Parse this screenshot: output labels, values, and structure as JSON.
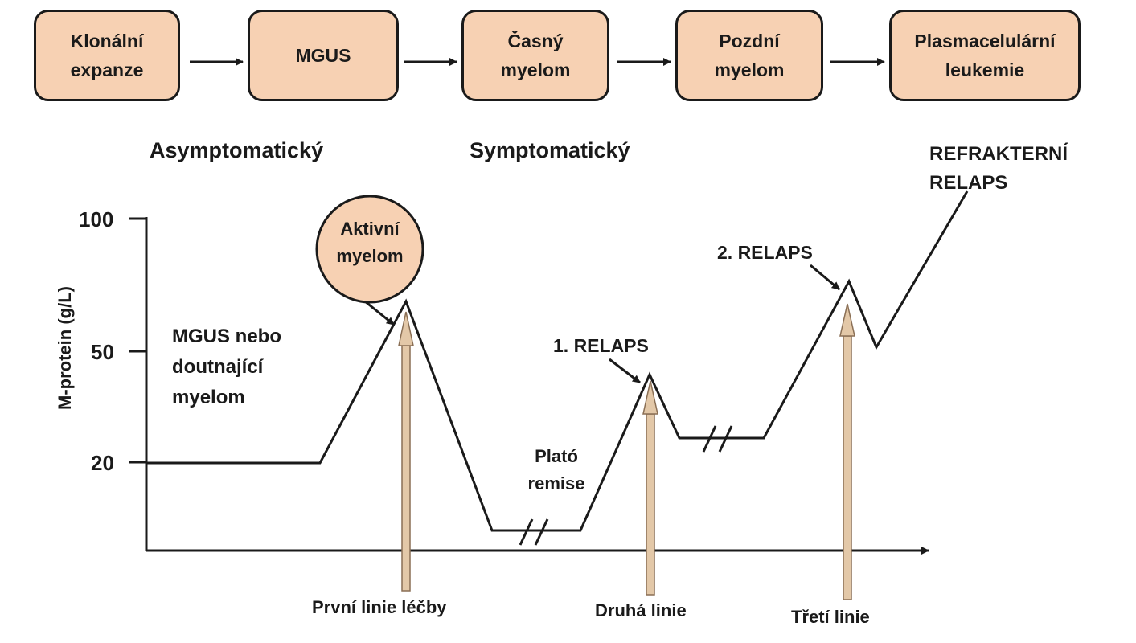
{
  "stages": [
    {
      "label": "Klonální\nexpanze"
    },
    {
      "label": "MGUS"
    },
    {
      "label": "Časný\nmyelom"
    },
    {
      "label": "Pozdní\nmyelom"
    },
    {
      "label": "Plasmacelulární\nleukemie"
    }
  ],
  "phases": {
    "asymptomatic": "Asymptomatický",
    "symptomatic": "Symptomatický",
    "refractory": "REFRAKTERNÍ\nRELAPS"
  },
  "axis": {
    "ylabel": "M-protein (g/L)",
    "ticks": [
      "100",
      "50",
      "20"
    ]
  },
  "annotations": {
    "mgus_smouldering": "MGUS nebo\ndoutnající\nmyelom",
    "active_myeloma": "Aktivní\nmyelom",
    "plateau": "Plató\nremise",
    "relapse1": "1. RELAPS",
    "relapse2": "2. RELAPS"
  },
  "treatments": [
    {
      "label": "První linie léčby"
    },
    {
      "label": "Druhá linie"
    },
    {
      "label": "Třetí linie"
    }
  ],
  "colors": {
    "box_fill": "#f7d1b3",
    "arrow_fill": "#e3c8a8",
    "line": "#1a1a1a"
  }
}
